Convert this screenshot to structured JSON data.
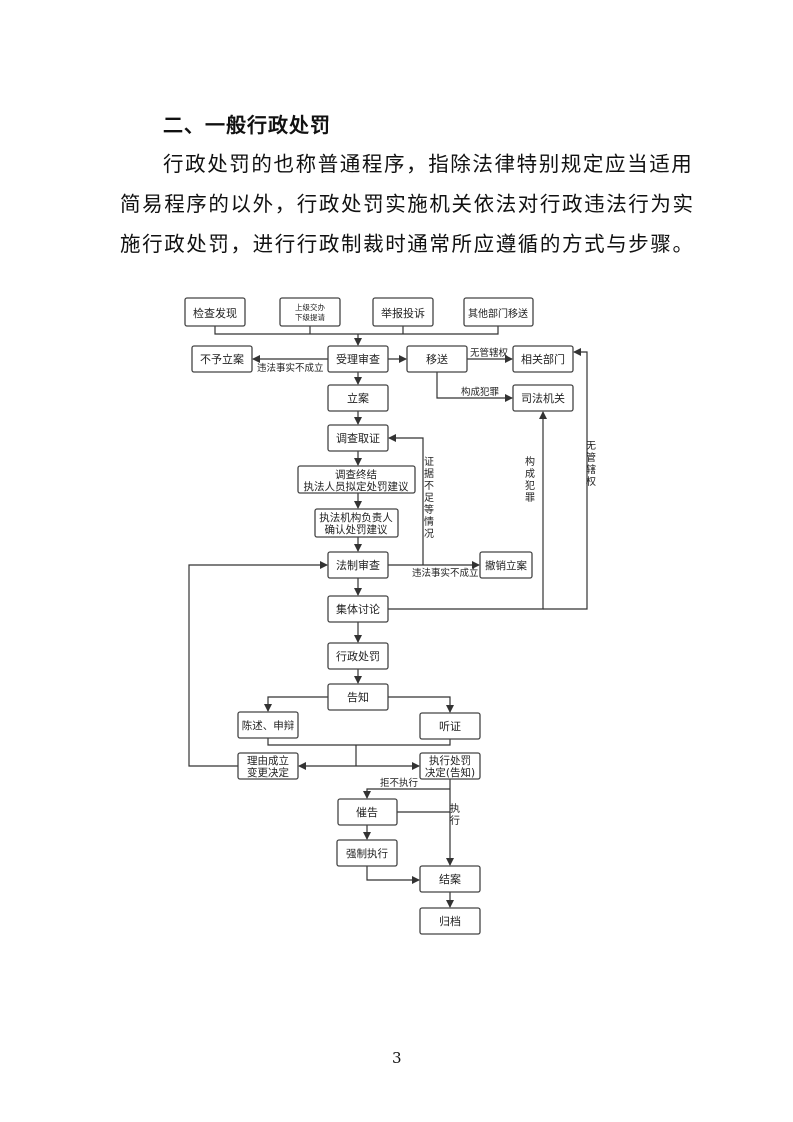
{
  "heading": "二、一般行政处罚",
  "paragraph": {
    "line1": "行政处罚的也称普通程序，指除法律特别规定应当适用",
    "line2": "简易程序的以外，行政处罚实施机关依法对行政违法行为实",
    "line3": "施行政处罚，进行行政制裁时通常所应遵循的方式与步骤。"
  },
  "flow": {
    "src1": "检查发现",
    "src2a": "上级交办",
    "src2b": "下级提请",
    "src3": "举报投诉",
    "src4": "其他部门移送",
    "no_case": "不予立案",
    "accept": "受理审查",
    "transfer": "移送",
    "related": "相关部门",
    "judicial": "司法机关",
    "file": "立案",
    "investigate": "调查取证",
    "end_inv_a": "调查终结",
    "end_inv_b": "执法人员拟定处罚建议",
    "confirm_a": "执法机构负责人",
    "confirm_b": "确认处罚建议",
    "legal_review": "法制审查",
    "revoke": "撤销立案",
    "group": "集体讨论",
    "penalty": "行政处罚",
    "notify": "告知",
    "statement": "陈述、申辩",
    "hearing": "听证",
    "reason_a": "理由成立",
    "reason_b": "变更决定",
    "exec_a": "执行处罚",
    "exec_b": "决定(告知)",
    "urge": "催告",
    "enforce": "强制执行",
    "close": "结案",
    "archive": "归档",
    "lbl_not_established": "违法事实不成立",
    "lbl_no_jurisdiction": "无管辖权",
    "lbl_crime": "构成犯罪",
    "lbl_insufficient": "证据不足等情况",
    "lbl_not_established2": "违法事实不成立",
    "lbl_crime_v": "构成犯罪",
    "lbl_no_jurisdiction_v": "无管辖权",
    "lbl_refuse": "拒不执行",
    "lbl_execute": "执行"
  },
  "page_number": "3"
}
